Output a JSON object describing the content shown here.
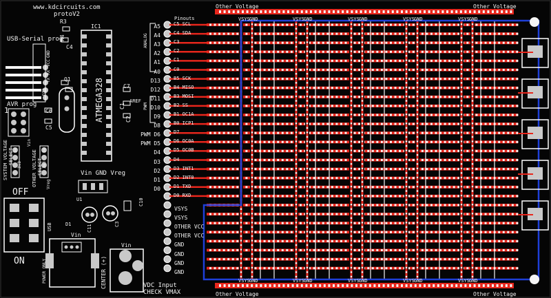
{
  "header": {
    "url": "www.kdcircuits.com",
    "version": "protoV2"
  },
  "top_strip": {
    "left": "Other Voltage",
    "right": "Other Voltage"
  },
  "bottom_strip": {
    "left": "Other Voltage",
    "right": "Other Voltage"
  },
  "rail_labels_top": [
    "VSYS",
    "GND",
    "VSYS",
    "GND",
    "VSYS",
    "GND",
    "VSYS",
    "GND",
    "VSYS",
    "GND"
  ],
  "rail_labels_bottom": [
    "VSYS",
    "GND",
    "VSYS",
    "GND",
    "VSYS",
    "GND",
    "VSYS",
    "GND",
    "VSYS",
    "GND"
  ],
  "usb_serial": {
    "title": "USB-Serial prog",
    "pins": [
      "DTR",
      "TX",
      "RX",
      "VCC",
      "GND"
    ]
  },
  "avr_prog": {
    "title": "AVR prog",
    "pin1": "1"
  },
  "ic1": {
    "ref": "IC1",
    "part": "ATMEGA328"
  },
  "components": {
    "r3": "R3",
    "r4": "R4",
    "c4": "C4",
    "c6": "C6",
    "c5": "C5",
    "q1": "Q1",
    "c7": "C7",
    "c2": "C2",
    "c1": "C1",
    "aref": "AREF",
    "u1": "U1",
    "c11": "C11",
    "c3": "C3",
    "c10": "C10",
    "d1": "D1",
    "usb": "USB"
  },
  "system_voltage": {
    "title": "SYSTEM VOLTAGE",
    "select": "SELECT",
    "options": [
      "5v",
      "3v3",
      "Vin"
    ]
  },
  "other_voltage_sel": {
    "title": "OTHER VOLTAGE",
    "select": "SELECT",
    "options": [
      "5v",
      "3v3",
      "Vreg"
    ]
  },
  "vreg_header": "Vin GND Vreg",
  "power_switch": {
    "off": "OFF",
    "on": "ON"
  },
  "usb_port": {
    "vin": "Vin",
    "note": "POWER ONLY"
  },
  "barrel": {
    "vin": "Vin",
    "center": "CENTER (+)"
  },
  "vdc": {
    "line1": "VDC Input",
    "line2": "CHECK VMAX"
  },
  "pinouts": {
    "title": "Pinouts",
    "analog": "ANALOG",
    "pwm": "PWM",
    "left": [
      "A5",
      "A4",
      "A3",
      "A2",
      "A1",
      "A0",
      "D13",
      "D12",
      "D11",
      "D10",
      "D9",
      "D8",
      "PWM D6",
      "PWM D5",
      "D4",
      "D3",
      "D2",
      "D1",
      "D0"
    ],
    "right": [
      "C5 SCL",
      "C4 SDA",
      "C3",
      "C2",
      "C1",
      "C0",
      "B5 SCK",
      "B4 MISO",
      "B3 MOSI",
      "B2 SS",
      "B1 OC1A",
      "B0 ICP1",
      "D7",
      "D6 OC0A",
      "D5 OC0B",
      "D4",
      "D3 INT1",
      "D2 INT0",
      "D1 TXD",
      "D0 RXD"
    ]
  },
  "power_pins": [
    "VSYS",
    "VSYS",
    "OTHER VCC",
    "OTHER VCC",
    "GND",
    "GND",
    "GND",
    "GND"
  ],
  "colors": {
    "board": "#050505",
    "silk": "#f2f2f2",
    "trace": "#e8261c",
    "pad": "#c9c9c9",
    "highlight": "#1e3fd8"
  }
}
